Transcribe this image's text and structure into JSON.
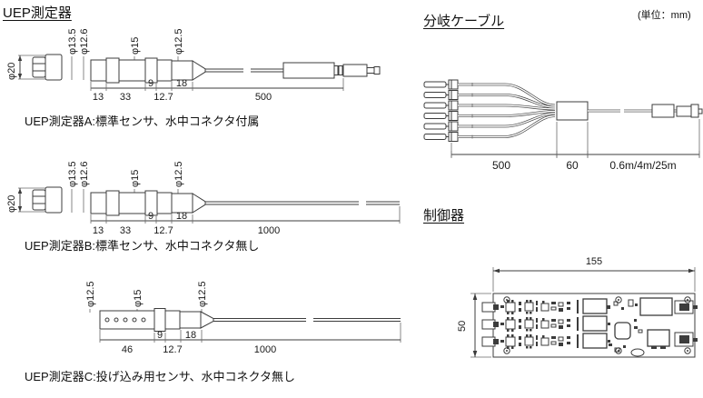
{
  "unit_note": "(単位：mm)",
  "uep": {
    "title": "UEP測定器",
    "sensor_a": {
      "caption": "UEP測定器A:標準センサ、水中コネクタ付属",
      "dims": {
        "phi20": "φ20",
        "phi13_5": "φ13.5",
        "phi12_6": "φ12.6",
        "phi15": "φ15",
        "phi12_5": "φ12.5",
        "len1": "13",
        "len2": "33",
        "len3": "9",
        "len4": "12.7",
        "len5": "18",
        "cable": "500"
      }
    },
    "sensor_b": {
      "caption": "UEP測定器B:標準センサ、水中コネクタ無し",
      "dims": {
        "phi20": "φ20",
        "phi13_5": "φ13.5",
        "phi12_6": "φ12.6",
        "phi15": "φ15",
        "phi12_5": "φ12.5",
        "len1": "13",
        "len2": "33",
        "len3": "9",
        "len4": "12.7",
        "len5": "18",
        "cable": "1000"
      }
    },
    "sensor_c": {
      "caption": "UEP測定器C:投げ込み用センサ、水中コネクタ無し",
      "dims": {
        "phi12_5_front": "φ12.5",
        "phi15": "φ15",
        "phi12_5_rear": "φ12.5",
        "len1": "46",
        "len3": "9",
        "len4": "12.7",
        "len5": "18",
        "cable": "1000"
      }
    }
  },
  "branch_cable": {
    "title": "分岐ケーブル",
    "dims": {
      "seg1": "500",
      "seg2": "60",
      "seg3": "0.6m/4m/25m"
    }
  },
  "controller": {
    "title": "制御器",
    "dims": {
      "width": "155",
      "height": "50"
    }
  }
}
